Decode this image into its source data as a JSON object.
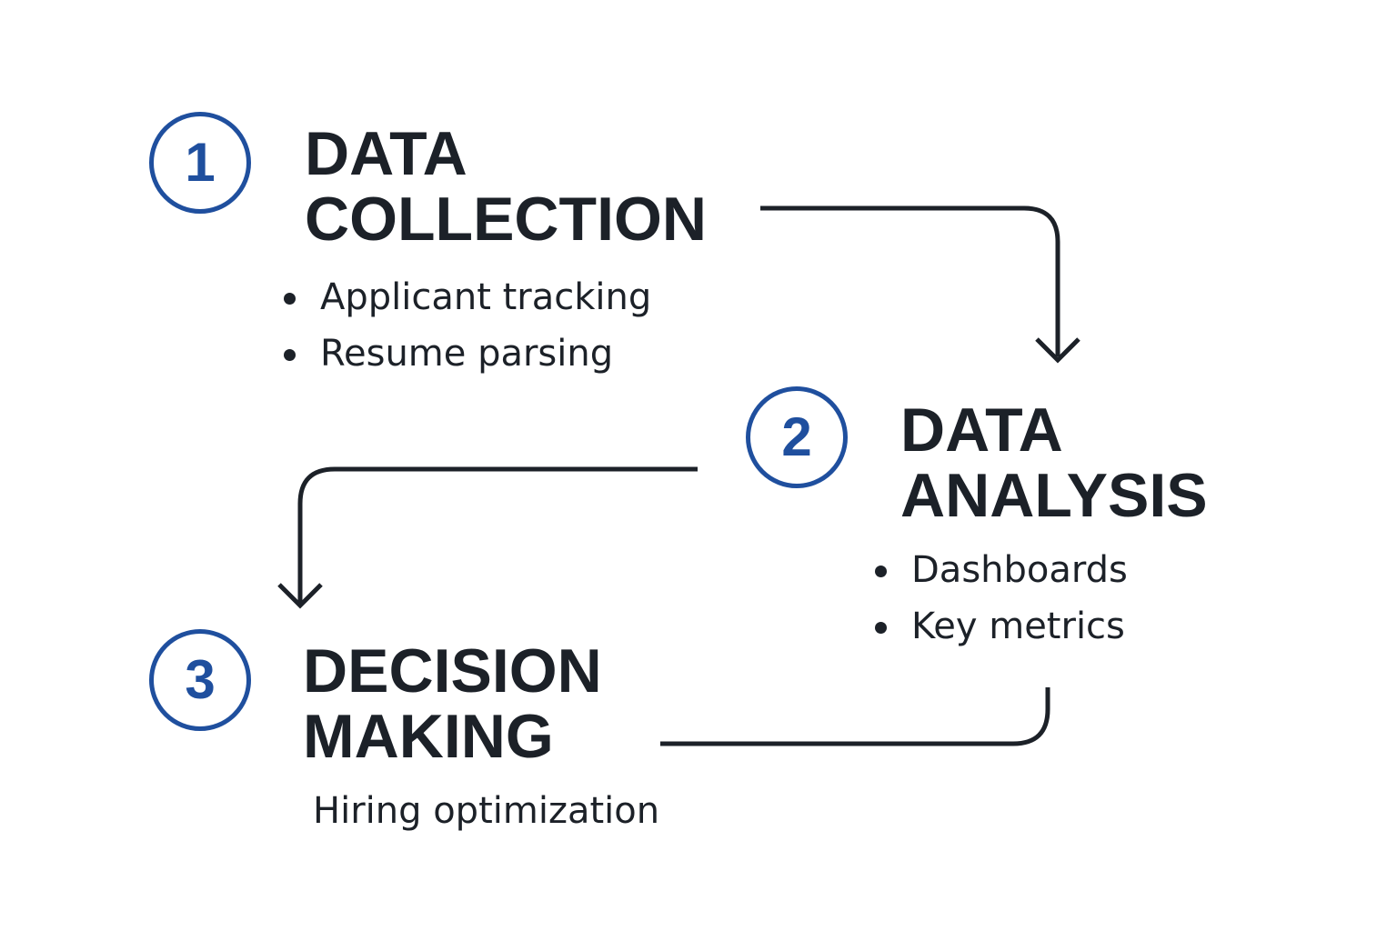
{
  "steps": [
    {
      "number": "1",
      "title_line1": "DATA",
      "title_line2": "COLLECTION",
      "bullets": [
        "Applicant tracking",
        "Resume parsing"
      ]
    },
    {
      "number": "2",
      "title_line1": "DATA",
      "title_line2": "ANALYSIS",
      "bullets": [
        "Dashboards",
        "Key metrics"
      ]
    },
    {
      "number": "3",
      "title_line1": "DECISION",
      "title_line2": "MAKING",
      "description": "Hiring optimization"
    }
  ],
  "colors": {
    "accent": "#1f4f9e",
    "text": "#1c2128",
    "background": "#ffffff"
  },
  "icons": {
    "connector_1_to_2": "arrow-down-icon",
    "connector_2_to_3": "arrow-down-icon",
    "connector_3_to_2": "connector-line"
  }
}
